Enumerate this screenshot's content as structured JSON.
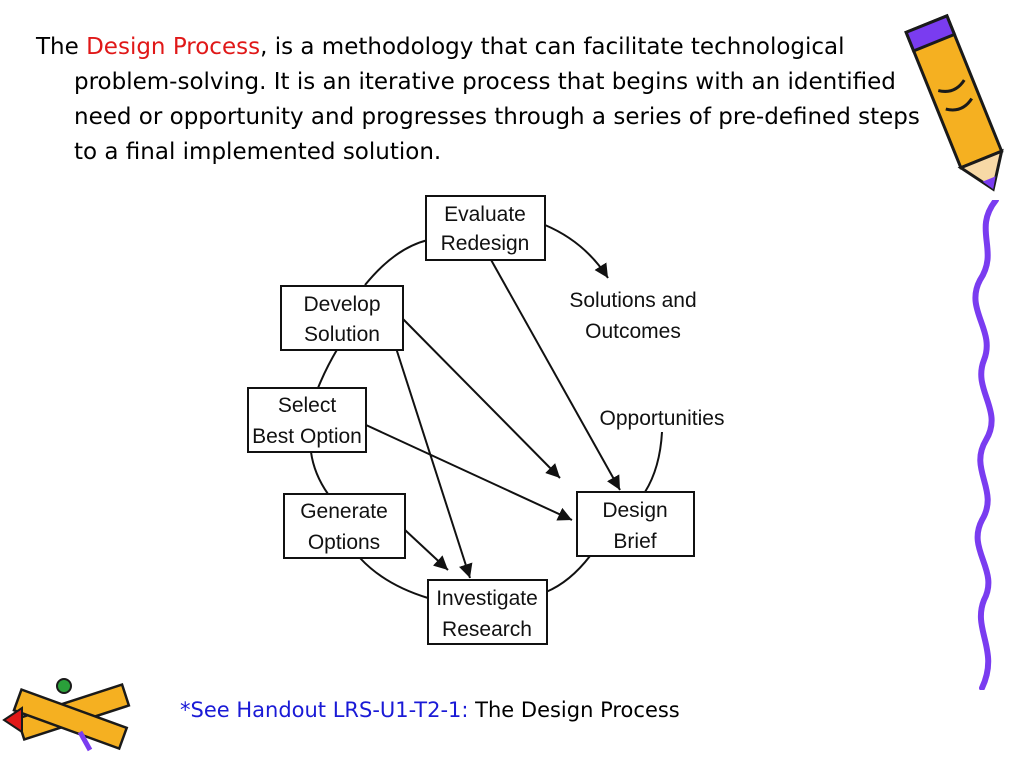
{
  "intro": {
    "lead": "The ",
    "highlight": "Design Process",
    "rest": ", is a methodology that can facilitate technological problem-solving.  It is an iterative process that begins with an identified need or opportunity and progresses through a series of pre-defined steps to a final implemented solution."
  },
  "diagram": {
    "nodes": {
      "evaluate": {
        "line1": "Evaluate",
        "line2": "Redesign"
      },
      "develop": {
        "line1": "Develop",
        "line2": "Solution"
      },
      "select": {
        "line1": "Select",
        "line2": "Best Option"
      },
      "generate": {
        "line1": "Generate",
        "line2": "Options"
      },
      "investigate": {
        "line1": "Investigate",
        "line2": "Research"
      },
      "brief": {
        "line1": "Design",
        "line2": "Brief"
      }
    },
    "labels": {
      "solutions": {
        "line1": "Solutions and",
        "line2": "Outcomes"
      },
      "opportunities": "Opportunities"
    }
  },
  "footer": {
    "ref": "*See Handout LRS-U1-T2-1: ",
    "title": "The Design Process"
  },
  "colors": {
    "highlight": "#e01818",
    "link": "#1a1ad6",
    "pencil_body": "#f5b021",
    "pencil_outline": "#1a1a1a",
    "border_squiggle": "#7a3cf0"
  },
  "icons": [
    "pencil-icon",
    "crossed-pencils-icon"
  ]
}
